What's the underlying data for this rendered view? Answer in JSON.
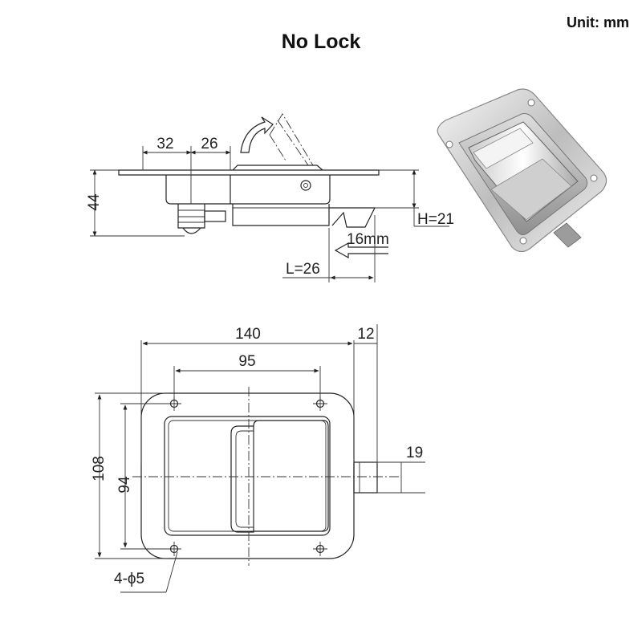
{
  "header": {
    "title": "No Lock",
    "unit": "Unit: mm"
  },
  "side_view": {
    "dim_32": "32",
    "dim_26": "26",
    "dim_44": "44",
    "dim_h": "H=21",
    "dim_16": "16mm",
    "dim_l": "L=26"
  },
  "front_view": {
    "dim_140": "140",
    "dim_12": "12",
    "dim_95": "95",
    "dim_108": "108",
    "dim_94": "94",
    "dim_19": "19",
    "dim_holes": "4-ϕ5"
  },
  "photo": {
    "description_icon": "latch-photo-icon"
  },
  "colors": {
    "line": "#222222",
    "metal_light": "#e8e8e8",
    "metal_dark": "#9a9a9a"
  }
}
